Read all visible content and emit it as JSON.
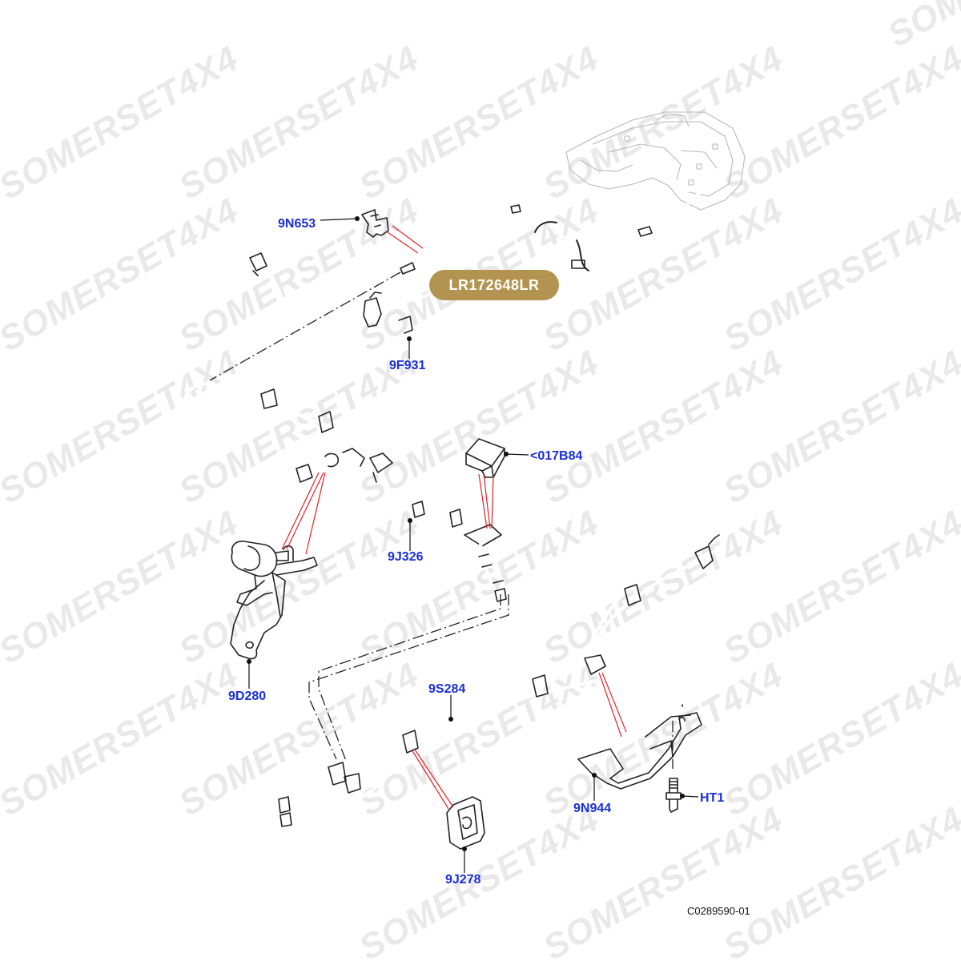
{
  "watermark": "SOMERSET4X4",
  "badge": {
    "label": "LR172648LR",
    "color": "#b39350"
  },
  "callouts": {
    "c1": "9N653",
    "c2": "9F931",
    "c3": "<017B84",
    "c4": "9J326",
    "c5": "9D280",
    "c6": "9S284",
    "c7": "9N944",
    "c8": "HT1",
    "c9": "9J278"
  },
  "reference_code": "C0289590-01",
  "colors": {
    "label": "#1a2fd6",
    "guide_lines": "#e0242a"
  }
}
